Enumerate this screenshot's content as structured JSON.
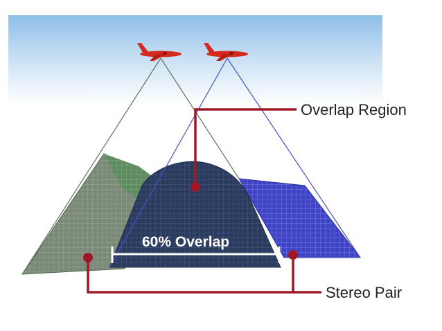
{
  "labels": {
    "overlap_region": "Overlap Region",
    "stereo_pair": "Stereo Pair",
    "overlap_percent": "60% Overlap"
  },
  "icons": {
    "aircraft_left": "airplane-icon",
    "aircraft_right": "airplane-icon"
  },
  "colors": {
    "sky_top": "#9ec9ec",
    "sky_bottom": "#ffffff",
    "left_footprint": "#5f8f5f",
    "right_footprint": "#4a4fc8",
    "overlap_footprint": "#2e4268",
    "pointer": "#a01828",
    "aircraft": "#d42a1e"
  }
}
